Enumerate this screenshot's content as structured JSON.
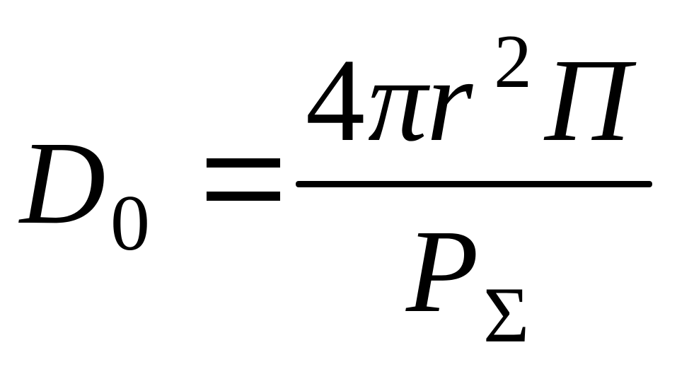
{
  "formula": {
    "lhs": {
      "symbol": "D",
      "subscript": "0"
    },
    "operator": "=",
    "numerator": {
      "coefficient": "4",
      "pi": "π",
      "variable": "r",
      "exponent": "2",
      "factor": "Π"
    },
    "denominator": {
      "symbol": "P",
      "subscript": "Σ"
    }
  }
}
